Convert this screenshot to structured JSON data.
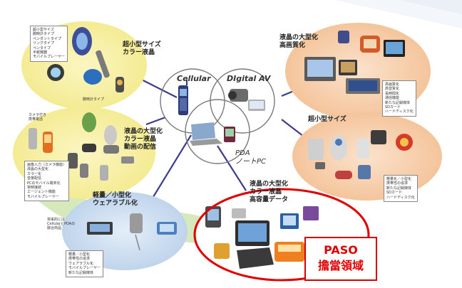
{
  "hub": {
    "cellular": "Cellular",
    "digital_av": "DIgital AV",
    "pda": "PDA",
    "notebook": "ノートPC"
  },
  "clusters": {
    "top_left": {
      "title_line1": "超小型サイズ",
      "title_line2": "カラー液晶",
      "features": [
        "超小型サイズ",
        "腕時計タイプ",
        "ペンダントタイプ",
        "リングタイプ",
        "ペンタイプ",
        "半紙機器",
        "モバイルプレーヤー"
      ],
      "note": "腕時計タイプ"
    },
    "top_right": {
      "title_line1": "液晶の大型化",
      "title_line2": "高画質化",
      "features": [
        "高画質化",
        "高音質化",
        "長時間化",
        "通信機能",
        "新たな記録媒体",
        "SDカード",
        "ハードディスク化"
      ]
    },
    "mid_left": {
      "title_line1": "液晶の大型化",
      "title_line2": "カラー液晶",
      "title_line3": "動画の配信",
      "camera_note_line1": "カメラ付き",
      "camera_note_line2": "携帯電話",
      "features": [
        "画像入力（カメラ機能）",
        "液晶の大型化",
        "カラー化",
        "音楽配信",
        "PCのモバイル端末化",
        "常時接続",
        "エージェント機能",
        "モバイルプレーヤー"
      ]
    },
    "mid_right": {
      "title": "超小型サイズ",
      "features": [
        "軽量化／小型化",
        "携帯性の追求",
        "新たな記録媒体",
        "SDカード",
        "ハードディスク化"
      ]
    },
    "bottom_left": {
      "title_line1": "軽量／小型化",
      "title_line2": "ウェアラブル化",
      "note_line1": "将来的には",
      "note_line2": "CellularとPDAの",
      "note_line3": "融合商品",
      "features": [
        "軽量／小型化",
        "携帯性の追求",
        "ウェアラブル化",
        "モバイルプレーヤー",
        "新たな記録媒体"
      ]
    },
    "bottom_right": {
      "title_line1": "液晶の大型化",
      "title_line2": "カラー液晶",
      "title_line3": "高容量データ"
    }
  },
  "paso": {
    "line1": "PASO",
    "line2": "擔當領域"
  },
  "colors": {
    "yellow_blob": "#f7ef9a",
    "orange_blob": "#f6c9a0",
    "blue_blob": "#c6d9ef",
    "green_blob": "#d4e8b8",
    "connector": "#3c3c8c",
    "highlight_ring": "#e00000"
  }
}
